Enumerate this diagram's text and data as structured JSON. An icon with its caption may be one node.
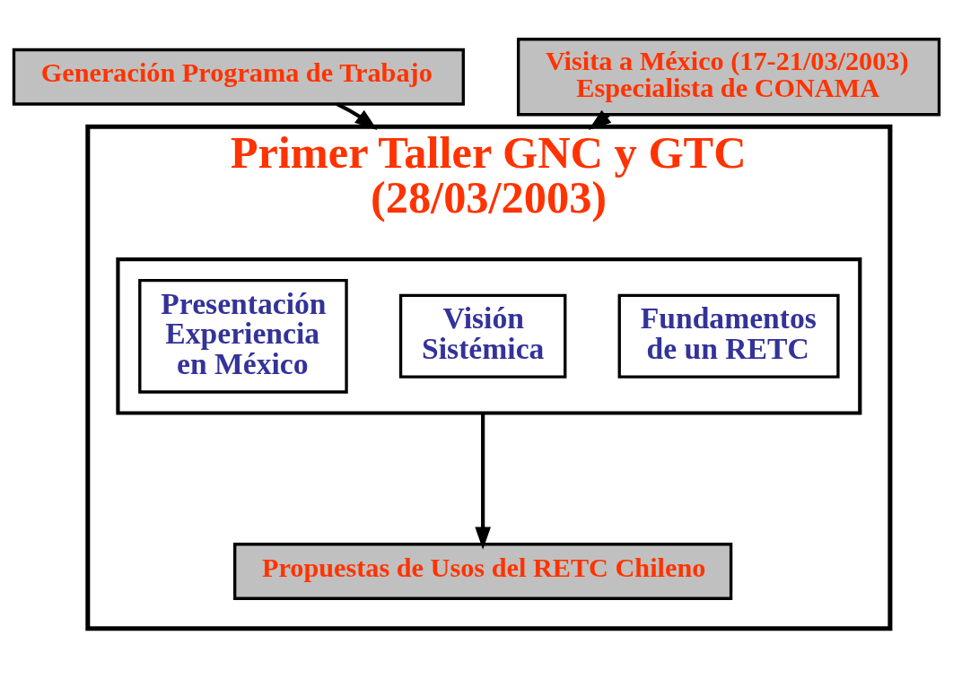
{
  "diagram": {
    "nodes": [
      {
        "text": [
          "Generación Programa de Trabajo"
        ]
      },
      {
        "text": [
          "Visita a México (17-21/03/2003)",
          "Especialista de CONAMA"
        ]
      },
      {
        "text": [
          "Primer Taller GNC y GTC (28/03/2003)"
        ]
      },
      {
        "text": [],
        "shape": "box",
        "in": 2
      },
      {
        "text": [
          "Fundamentos de un RETC"
        ],
        "in": 3
      },
      {
        "text": [
          "Visión Sistémica"
        ],
        "in": 3
      },
      {
        "text": [
          "Presentación Experiencia en México"
        ],
        "in": 3
      },
      {
        "text": [
          "Propuestas de Usos del RETC Chileno"
        ],
        "in": 2
      }
    ],
    "edges": [
      {
        "from": 0,
        "to": 2,
        "arrow": "to"
      },
      {
        "from": 1,
        "to": 2,
        "arrow": "to"
      },
      {
        "from": 3,
        "to": 7,
        "arrow": "to"
      }
    ]
  }
}
